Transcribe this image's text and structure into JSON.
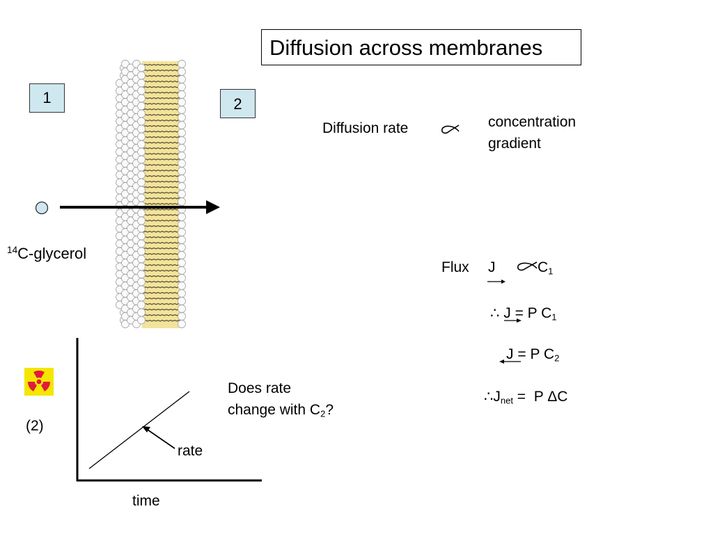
{
  "title": "Diffusion across membranes",
  "compartments": {
    "side1": "1",
    "side2": "2"
  },
  "molecule_label": {
    "superscript": "14",
    "text": "C-glycerol"
  },
  "diffusion_relation": {
    "lhs": "Diffusion rate",
    "rhs_line1": "concentration",
    "rhs_line2": "gradient"
  },
  "flux": {
    "label": "Flux",
    "symbol": "J",
    "c1_base": "C",
    "c1_sub": "1"
  },
  "equations": {
    "eq1": {
      "therefore": "∴",
      "j": "J",
      "rhs": "= P C",
      "sub": "1"
    },
    "eq2": {
      "j": "J",
      "rhs": "= P C",
      "sub": "2"
    },
    "eq3": {
      "therefore": "∴",
      "j": "J",
      "j_sub": "net",
      "rhs": " =  P ΔC"
    }
  },
  "graph": {
    "x_axis_label": "time",
    "line_label": "rate",
    "question_line1": "Does rate",
    "question_line2_prefix": "change with C",
    "question_sub": "2",
    "question_suffix": "?",
    "side_label": "(2)"
  },
  "colors": {
    "compartment_fill": "#cfe7ee",
    "membrane_core": "#f3e39a",
    "radiation_yellow": "#f4e600",
    "radiation_red": "#e21b3c"
  },
  "icons": {
    "radiation": "radiation-hazard-icon",
    "proportional": "proportional-to-symbol"
  }
}
